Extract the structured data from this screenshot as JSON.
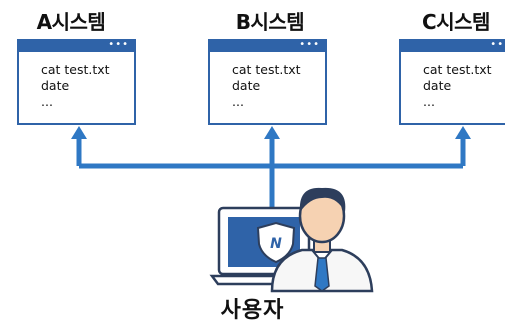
{
  "systems": [
    {
      "title": "A시스템",
      "lines": [
        "cat test.txt",
        "date",
        "..."
      ]
    },
    {
      "title": "B시스템",
      "lines": [
        "cat test.txt",
        "date",
        "..."
      ]
    },
    {
      "title": "C시스템",
      "lines": [
        "cat test.txt",
        "date",
        "..."
      ]
    }
  ],
  "window_dots": "•••",
  "user": {
    "label": "사용자",
    "badge": "N"
  },
  "colors": {
    "accent": "#2f63a8",
    "line": "#2f78c4",
    "skin": "#f6d2b2",
    "hair": "#2d3e5c"
  }
}
